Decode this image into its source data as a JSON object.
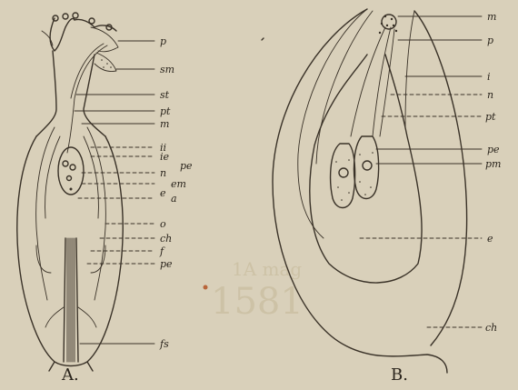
{
  "figure": {
    "panel_a": {
      "caption": "A.",
      "labels": {
        "p": "p",
        "sm": "sm",
        "st": "st",
        "pt": "pt",
        "m": "m",
        "ii": "ii",
        "ie": "ie",
        "pe": "pe",
        "n": "n",
        "em": "em",
        "e": "e",
        "a": "a",
        "o": "o",
        "ch": "ch",
        "f": "f",
        "pe2": "pe",
        "fs": "fs"
      }
    },
    "panel_b": {
      "caption": "B.",
      "labels": {
        "m": "m",
        "p": "p",
        "i": "i",
        "n": "n",
        "pt": "pt",
        "pe": "pe",
        "pm": "pm",
        "e": "e",
        "ch": "ch"
      }
    },
    "background_text": {
      "line1": "1A mag",
      "line2": "1581"
    }
  }
}
